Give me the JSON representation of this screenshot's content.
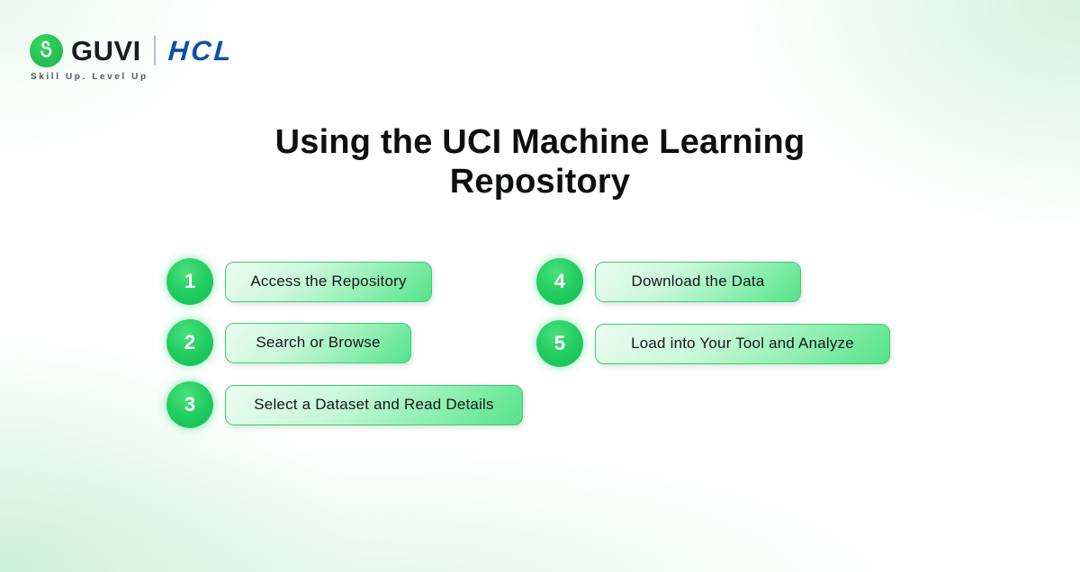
{
  "header": {
    "guvi": {
      "wordmark": "GUVI",
      "tagline": "Skill Up. Level Up",
      "icon": "guvi-g-logo",
      "green": "#22bd4d"
    },
    "hcl": {
      "wordmark": "HCL",
      "blue": "#0d52a5"
    }
  },
  "title": {
    "text": "Using the UCI Machine Learning Repository"
  },
  "steps": [
    {
      "number": "1",
      "label": "Access the Repository"
    },
    {
      "number": "2",
      "label": "Search or Browse"
    },
    {
      "number": "3",
      "label": "Select a Dataset and Read Details"
    },
    {
      "number": "4",
      "label": "Download the Data"
    },
    {
      "number": "5",
      "label": "Load into Your Tool and Analyze"
    }
  ],
  "colors": {
    "accent_green": "#1fc95a",
    "pill_border": "#3ecb74",
    "pill_gradient_start": "#ebfcf1",
    "pill_gradient_end": "#55e289",
    "title_text": "#0e0f10",
    "pill_text": "#17181a",
    "background_tint": "#d9f2e3"
  }
}
